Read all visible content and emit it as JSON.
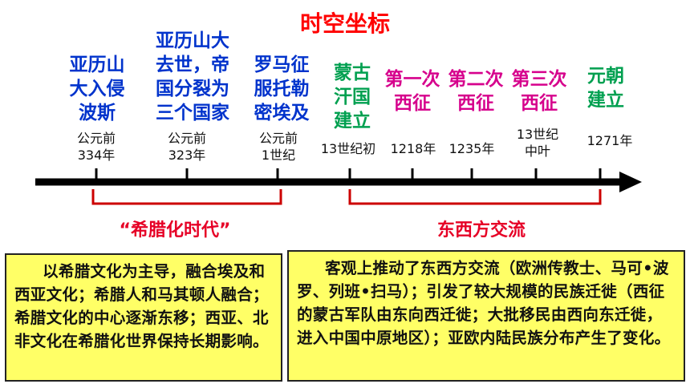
{
  "title": "时空坐标",
  "events": [
    {
      "label": [
        "亚历山",
        "大入侵",
        "波斯"
      ],
      "date": [
        "公元前",
        "334年"
      ],
      "color": "blue"
    },
    {
      "label": [
        "亚历山大",
        "去世，帝",
        "国分裂为",
        "三个国家"
      ],
      "date": [
        "公元前",
        "323年"
      ],
      "color": "blue"
    },
    {
      "label": [
        "罗马征",
        "服托勒",
        "密埃及"
      ],
      "date": [
        "公元前",
        "1世纪"
      ],
      "color": "blue"
    },
    {
      "label": [
        "蒙古",
        "汗国",
        "建立"
      ],
      "date": [
        "13世纪初"
      ],
      "color": "green"
    },
    {
      "label": [
        "第一次",
        "西征"
      ],
      "date": [
        "1218年"
      ],
      "color": "magenta"
    },
    {
      "label": [
        "第二次",
        "西征"
      ],
      "date": [
        "1235年"
      ],
      "color": "magenta"
    },
    {
      "label": [
        "第三次",
        "西征"
      ],
      "date": [
        "13世纪",
        "中叶"
      ],
      "color": "magenta"
    },
    {
      "label": [
        "元朝",
        "建立"
      ],
      "date": [
        "1271年"
      ],
      "color": "green"
    }
  ],
  "periods": {
    "hellenistic": "“希腊化时代”",
    "east_west": "东西方交流"
  },
  "boxes": {
    "left": "以希腊文化为主导，融合埃及和西亚文化；希腊人和马其顿人融合；希腊文化的中心逐渐东移；西亚、北非文化在希腊化世界保持长期影响。",
    "right": "客观上推动了东西方交流（欧洲传教士、马可•波罗、列班•扫马）；引发了较大规模的民族迁徙（西征的蒙古军队由东向西迁徙；大批移民由西向东迁徙，进入中国中原地区）；亚欧内陆民族分布产生了变化。"
  },
  "colors": {
    "title": "#ff0000",
    "blue": "#0033cc",
    "green": "#00a050",
    "magenta": "#d6008c",
    "bracket": "#cc0000",
    "box_fill": "#ffff66"
  }
}
